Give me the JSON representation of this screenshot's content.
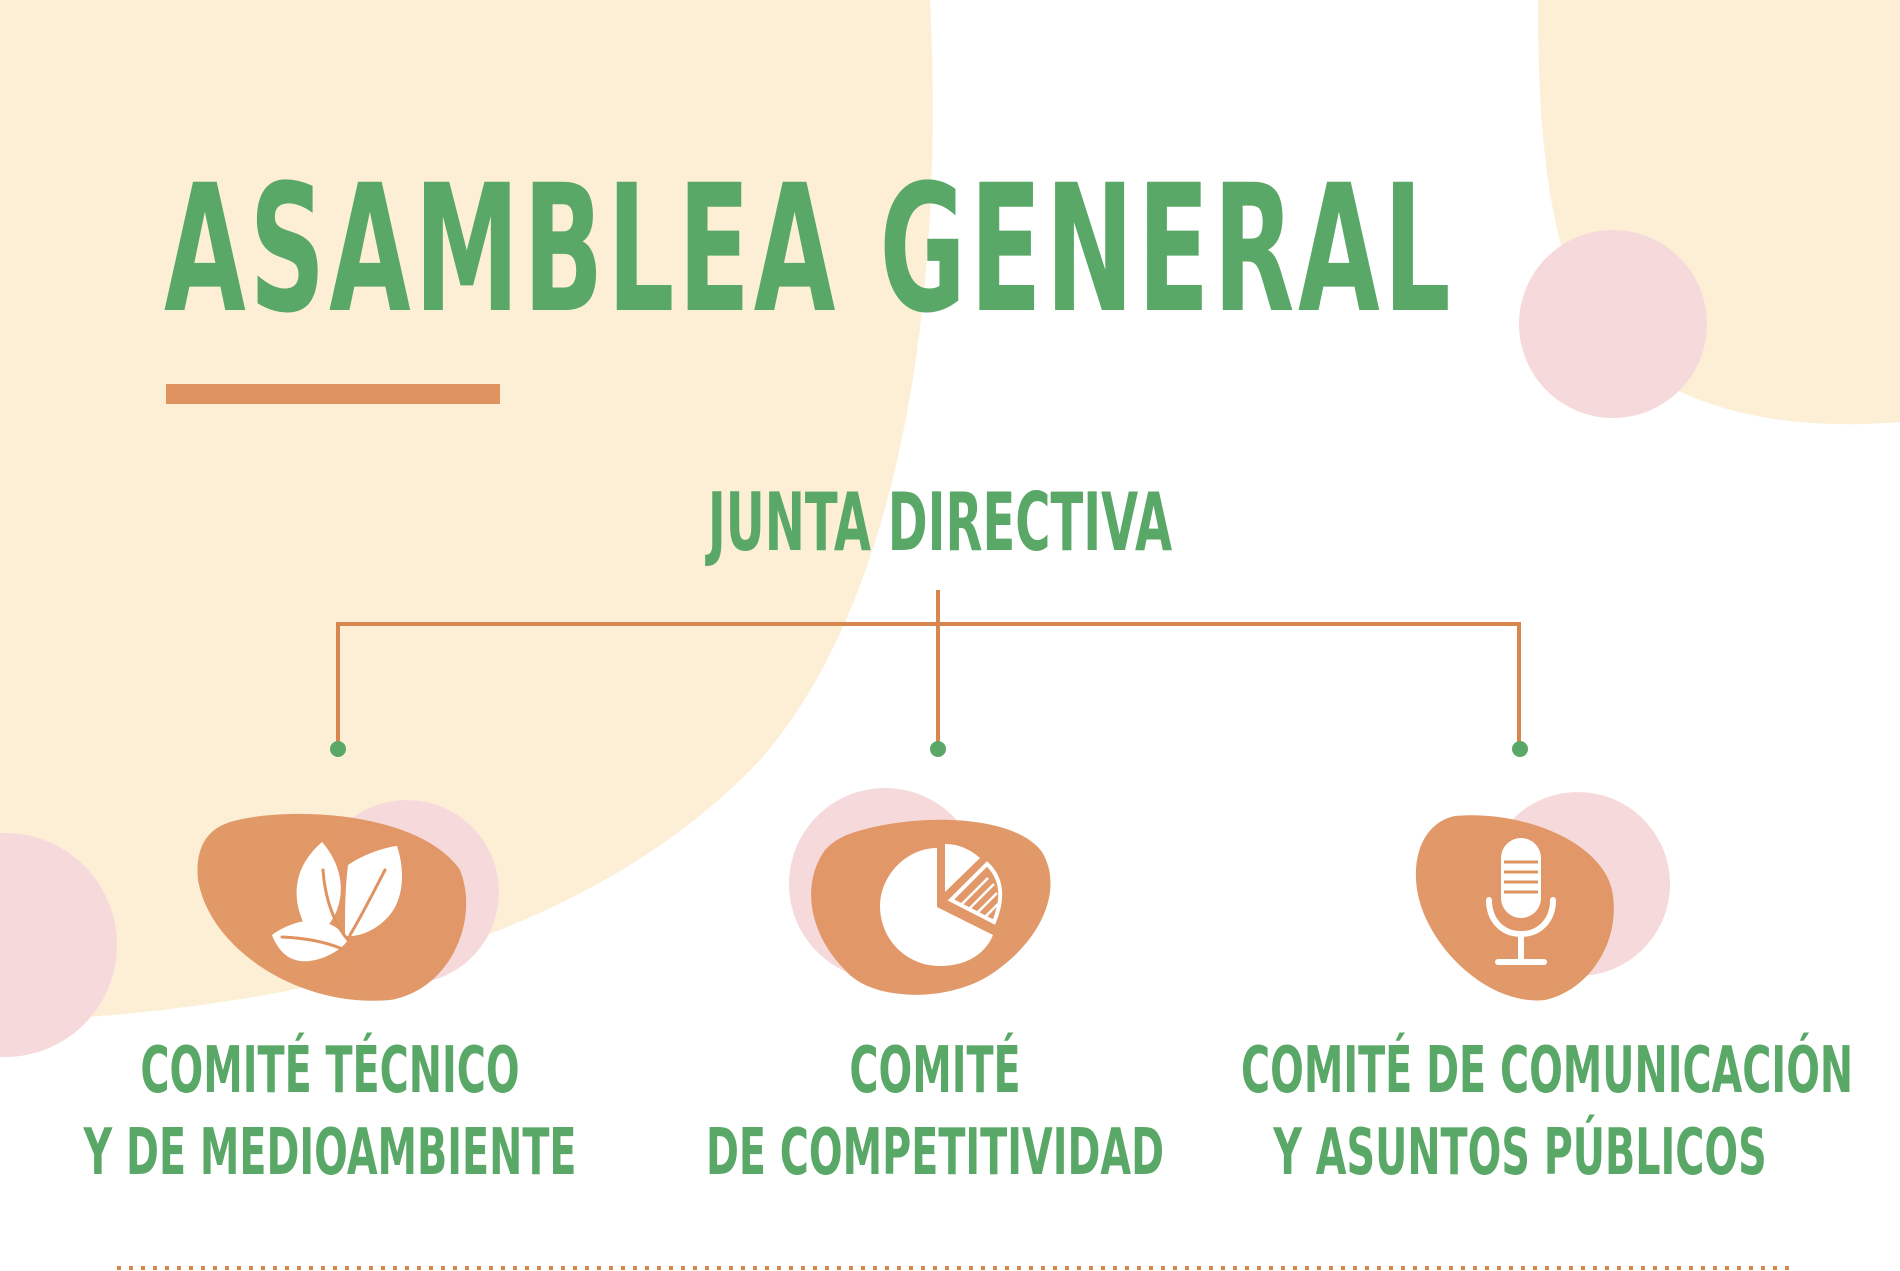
{
  "title": "ASAMBLEA GENERAL",
  "root": {
    "label": "JUNTA DIRECTIVA"
  },
  "committees": [
    {
      "line1": "COMITÉ TÉCNICO",
      "line2": "Y DE MEDIOAMBIENTE",
      "icon": "leaves-icon"
    },
    {
      "line1": "COMITÉ",
      "line2": "DE COMPETITIVIDAD",
      "icon": "pie-chart-icon"
    },
    {
      "line1": "COMITÉ DE COMUNICACIÓN",
      "line2": "Y ASUNTOS PÚBLICOS",
      "icon": "microphone-icon"
    }
  ],
  "colors": {
    "green": "#5aa867",
    "orange": "#df9361",
    "connector": "#d9854e",
    "cream": "#fcefd6",
    "pink": "#f6dadb"
  }
}
